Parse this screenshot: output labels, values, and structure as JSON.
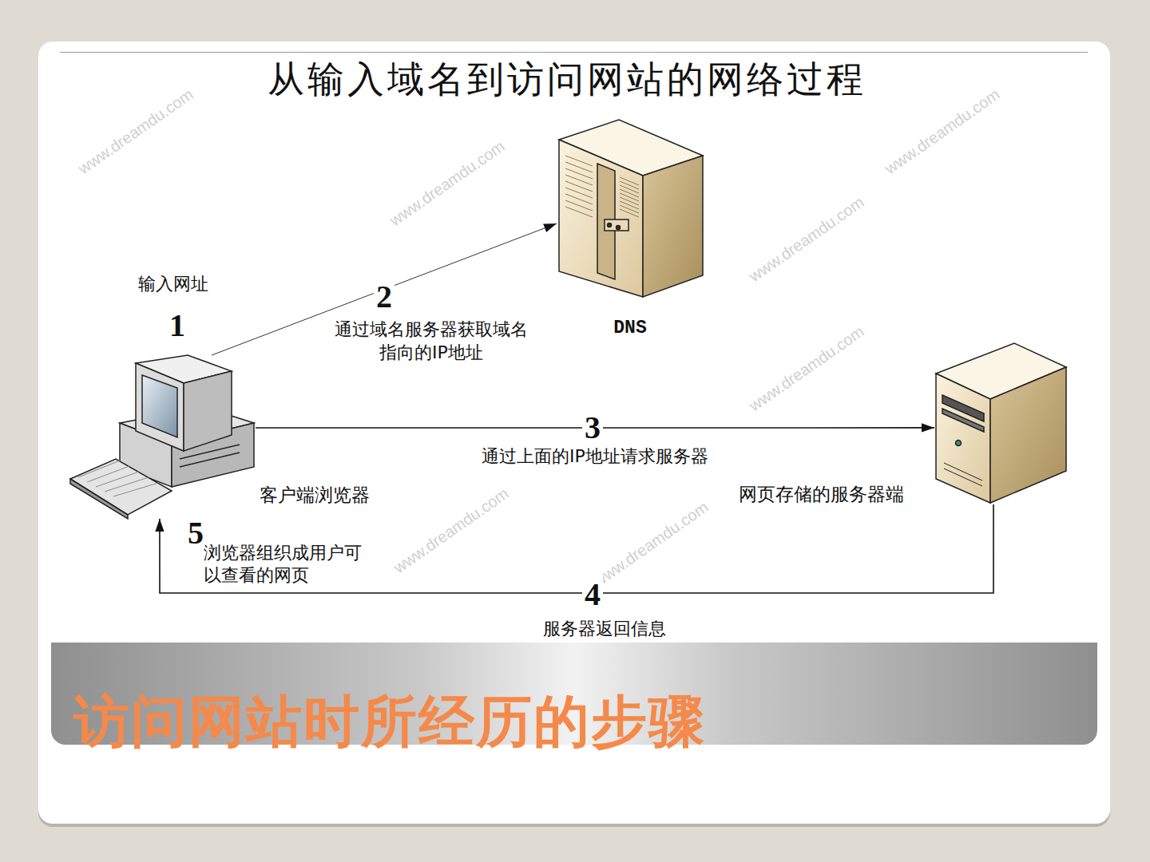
{
  "diagram": {
    "title": "从输入域名到访问网站的网络过程",
    "caption": "访问网站时所经历的步骤",
    "nodes": [
      {
        "text": [
          "客户端浏览器"
        ]
      },
      {
        "text": [
          "DNS"
        ]
      },
      {
        "text": [
          "网页存储的服务器端"
        ]
      }
    ],
    "edges": [
      {
        "from": 0,
        "to": 1,
        "arrow": "to",
        "label": "通过域名服务器获取域名指向的IP地址"
      },
      {
        "from": 0,
        "to": 2,
        "arrow": "to",
        "label": "通过上面的IP地址请求服务器"
      },
      {
        "from": 2,
        "to": 0,
        "arrow": "to",
        "label": "服务器返回信息"
      }
    ],
    "labels": [
      "输入网址",
      "1",
      "2",
      "3",
      "4",
      "5",
      "浏览器组织成用户可以查看的网页",
      "www.dreamdu.com",
      "www.dreamdu.com",
      "www.dreamdu.com",
      "www.dreamdu.com",
      "www.dreamdu.com",
      "www.dreamdu.com",
      "www.dreamdu.com"
    ]
  }
}
